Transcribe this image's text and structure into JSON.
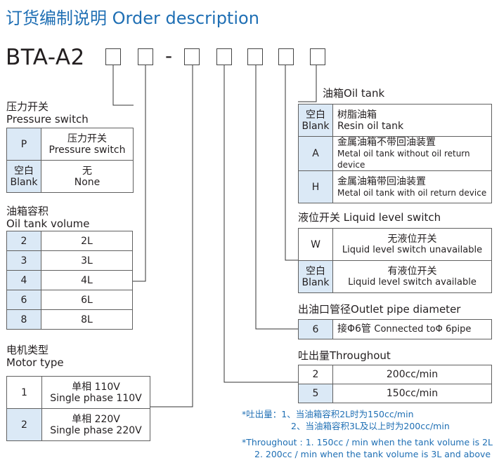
{
  "title": "订货编制说明 Order description",
  "model": {
    "prefix": "BTA-A2",
    "dash": "-"
  },
  "pressure_switch": {
    "label_cn": "压力开关",
    "label_en": "Pressure switch",
    "rows": [
      {
        "code": "P",
        "desc_cn": "压力开关",
        "desc_en": "Pressure switch"
      },
      {
        "code_cn": "空白",
        "code_en": "Blank",
        "desc_cn": "无",
        "desc_en": "None"
      }
    ]
  },
  "oil_tank_volume": {
    "label_cn": "油箱容积",
    "label_en": "Oil tank volume",
    "rows": [
      {
        "code": "2",
        "value": "2L"
      },
      {
        "code": "3",
        "value": "3L"
      },
      {
        "code": "4",
        "value": "4L"
      },
      {
        "code": "6",
        "value": "6L"
      },
      {
        "code": "8",
        "value": "8L"
      }
    ]
  },
  "motor_type": {
    "label_cn": "电机类型",
    "label_en": "Motor type",
    "rows": [
      {
        "code": "1",
        "desc_cn": "单相 110V",
        "desc_en": "Single phase 110V"
      },
      {
        "code": "2",
        "desc_cn": "单相 220V",
        "desc_en": "Single phase 220V"
      }
    ]
  },
  "oil_tank": {
    "label_cn": "油箱",
    "label_en": "Oil tank",
    "rows": [
      {
        "code_cn": "空白",
        "code_en": "Blank",
        "desc_cn": "树脂油箱",
        "desc_en": "Resin oil tank"
      },
      {
        "code": "A",
        "desc_cn": "金属油箱不带回油装置",
        "desc_en": "Metal oil tank without oil return device"
      },
      {
        "code": "H",
        "desc_cn": "金属油箱带回油装置",
        "desc_en": "Metal oil tank with oil return device"
      }
    ]
  },
  "liquid_level_switch": {
    "label_cn": "液位开关",
    "label_en": "Liquid level switch",
    "rows": [
      {
        "code": "W",
        "desc_cn": "无液位开关",
        "desc_en": "Liquid level switch unavailable"
      },
      {
        "code_cn": "空白",
        "code_en": "Blank",
        "desc_cn": "有液位开关",
        "desc_en": "Liquid level switch available"
      }
    ]
  },
  "outlet_pipe": {
    "label_cn": "出油口管径",
    "label_en": "Outlet pipe diameter",
    "rows": [
      {
        "code": "6",
        "desc_cn": "接Φ6管",
        "desc_en": "Connected toΦ 6pipe"
      }
    ]
  },
  "throughout": {
    "label_cn": "吐出量",
    "label_en": "Throughout",
    "rows": [
      {
        "code": "2",
        "value": "200cc/min"
      },
      {
        "code": "5",
        "value": "150cc/min"
      }
    ]
  },
  "notes": {
    "cn_1": "*吐出量：1、当油箱容积2L时为150cc/min",
    "cn_2": "2、当油箱容积3L及以上时为200cc/min",
    "en_1": "*Throughout : 1. 150cc / min when the tank volume is 2L",
    "en_2": "2. 200cc / min when the tank volume is 3L and above"
  },
  "colors": {
    "title": "#1f6fb4",
    "code_cell": "#dbe9f6",
    "note": "#1f6fb4"
  }
}
